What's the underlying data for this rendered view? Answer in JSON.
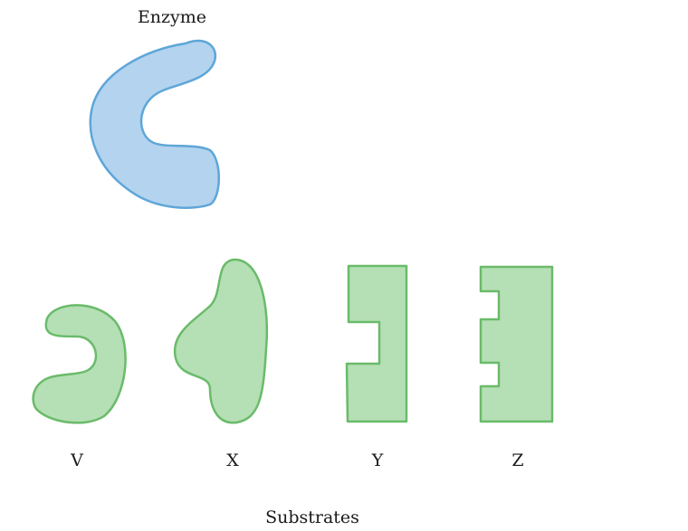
{
  "enzyme": {
    "label": "Enzyme",
    "fill": "#b3d3ef",
    "stroke": "#5ea6d8"
  },
  "substrates": {
    "label": "Substrates",
    "fill": "#b5dfb5",
    "stroke": "#6abb6a",
    "items": [
      {
        "label": "V"
      },
      {
        "label": "X"
      },
      {
        "label": "Y"
      },
      {
        "label": "Z"
      }
    ]
  }
}
